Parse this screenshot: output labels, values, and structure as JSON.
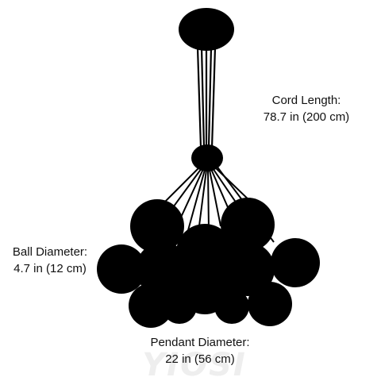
{
  "labels": {
    "cord_title": "Cord Length:",
    "cord_value": "78.7 in (200 cm)",
    "ball_title": "Ball Diameter:",
    "ball_value": "4.7 in (12 cm)",
    "pendant_title": "Pendant Diameter:",
    "pendant_value": "22 in (56 cm)"
  },
  "watermark": "YIOSI",
  "colors": {
    "fixture": "#000000",
    "text": "#111111",
    "watermark": "#eeeeee",
    "background": "#ffffff"
  }
}
